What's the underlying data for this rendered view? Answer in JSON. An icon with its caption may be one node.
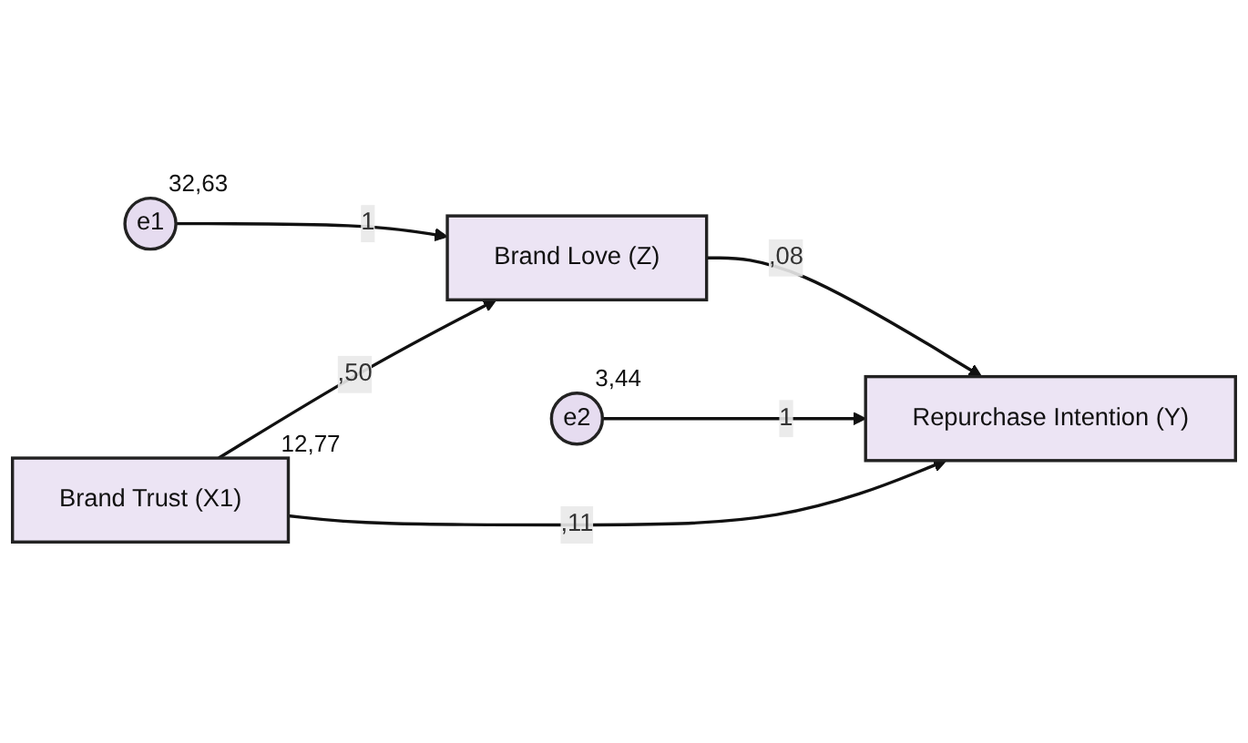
{
  "diagram": {
    "nodes": [
      {
        "text": [
          "e1"
        ],
        "beside": [
          "32,63"
        ]
      },
      {
        "text": [
          "Brand Love (Z)"
        ]
      },
      {
        "text": [
          "e2"
        ],
        "beside": [
          "3,44"
        ]
      },
      {
        "text": [
          "Brand Trust (X1)"
        ],
        "beside": [
          "12,77"
        ]
      },
      {
        "text": [
          "Repurchase Intention (Y)"
        ]
      }
    ],
    "edges": [
      {
        "from": 0,
        "to": 1,
        "arrow": "to",
        "label": "1"
      },
      {
        "from": 3,
        "to": 1,
        "arrow": "to",
        "label": ",50"
      },
      {
        "from": 1,
        "to": 4,
        "arrow": "to",
        "label": ",08"
      },
      {
        "from": 2,
        "to": 4,
        "arrow": "to",
        "label": "1"
      },
      {
        "from": 3,
        "to": 4,
        "arrow": "to",
        "label": ",11"
      }
    ]
  }
}
